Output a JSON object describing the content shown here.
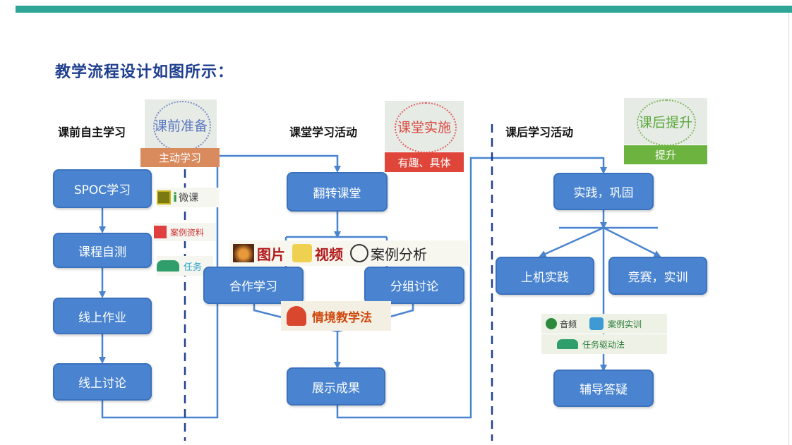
{
  "title": "教学流程设计如图所示：",
  "sections": {
    "pre": "课前自主学习",
    "class": "课堂学习活动",
    "post": "课后学习活动"
  },
  "stamps": {
    "pre": {
      "text": "课前准备",
      "tag": "主动学习"
    },
    "class": {
      "text": "课堂实施",
      "tag": "有趣、具体"
    },
    "post": {
      "text": "课后提升",
      "tag": "提升"
    }
  },
  "boxes": {
    "spoc": "SPOC学习",
    "selftest": "课程自测",
    "homework": "线上作业",
    "discuss_online": "线上讨论",
    "flip": "翻转课堂",
    "coop": "合作学习",
    "group": "分组讨论",
    "result": "展示成果",
    "practice": "实践，巩固",
    "computer": "上机实践",
    "contest": "竞赛，实训",
    "tutor": "辅导答疑"
  },
  "resources": {
    "micro": "微课",
    "micro_prefix": "i",
    "case_material": "案例资料",
    "task": "任务",
    "picture": "图片",
    "video": "视频",
    "case_analysis": "案例分析",
    "scenario": "情境教学法",
    "audio": "音频",
    "case_training": "案例实训",
    "task_driven": "任务驱动法"
  },
  "colors": {
    "accent_bar": "#2fa597",
    "box_fill": "#4a84d0",
    "title": "#1f3f8f",
    "tag_pre": "#d98b5e",
    "tag_class": "#e0453a",
    "tag_post": "#6cb33f"
  }
}
